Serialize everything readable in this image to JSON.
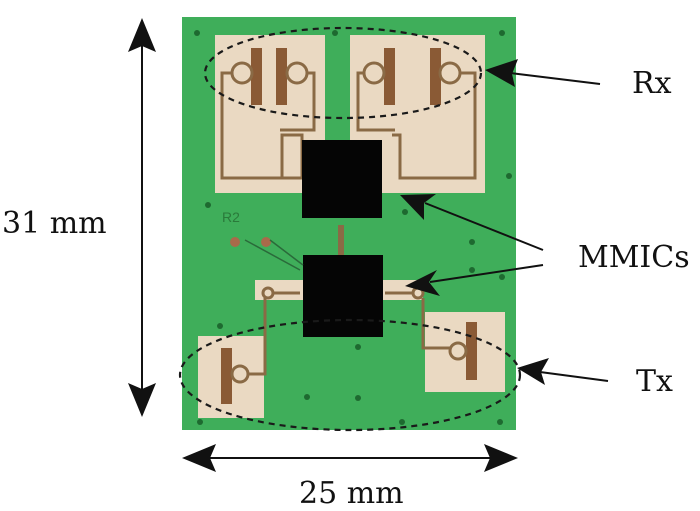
{
  "figure": {
    "type": "annotated-photo",
    "subject": "radar PCB with antennas and MMICs",
    "colors": {
      "board": "#3fae5a",
      "pad": "#ead9c2",
      "trace": "#8a6a45",
      "chip": "#050505",
      "annotation": "#1a1a1a"
    }
  },
  "dimensions": {
    "height_label": "31 mm",
    "width_label": "25 mm"
  },
  "annotations": {
    "rx": "Rx",
    "mmics": "MMICs",
    "tx": "Tx"
  },
  "board_marking": "R2"
}
